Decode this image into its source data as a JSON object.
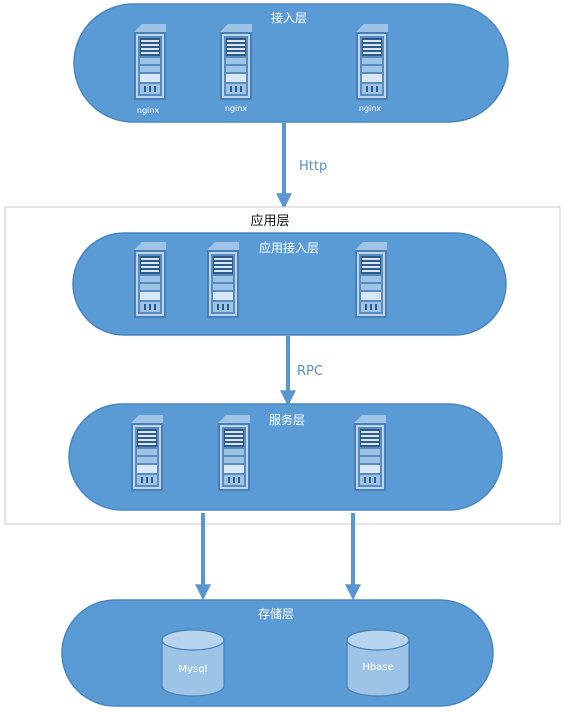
{
  "access_layer": {
    "title": "接入层",
    "servers": [
      "nginx",
      "nginx",
      "nginx"
    ]
  },
  "http_label": "Http",
  "app_layer": {
    "title": "应用层",
    "app_access": {
      "title": "应用接入层"
    },
    "rpc_label": "RPC",
    "service": {
      "title": "服务层"
    }
  },
  "storage_layer": {
    "title": "存储层",
    "db1": "Mysql",
    "db2": "Hbase"
  },
  "colors": {
    "pill": "#5b9bd5",
    "pill_border": "#4a86c0",
    "arrow": "#5a96d0",
    "server_body": "#9dc3e6",
    "server_dark": "#4a7fb5"
  }
}
